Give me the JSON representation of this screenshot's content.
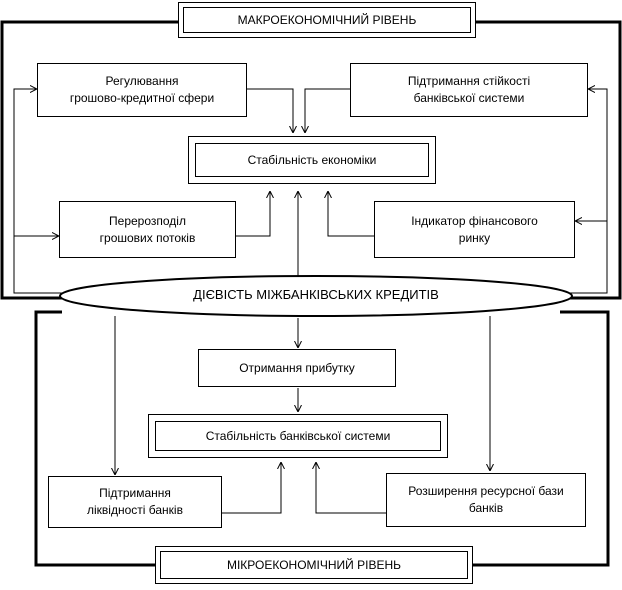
{
  "levels": {
    "macro": "МАКРОЕКОНОМІЧНИЙ РІВЕНЬ",
    "micro": "МІКРОЕКОНОМІЧНИЙ РІВЕНЬ"
  },
  "central": "ДІЄВІСТЬ МІЖБАНКІВСЬКИХ КРЕДИТІВ",
  "macro_boxes": {
    "regulation": "Регулювання\nгрошово-кредитної сфери",
    "support_stability": "Підтримання стійкості\nбанківської системи",
    "economy_stability": "Стабільність економіки",
    "redistribution": "Перерозподіл\nгрошових потоків",
    "indicator": "Індикатор фінансового\nринку"
  },
  "micro_boxes": {
    "profit": "Отримання прибутку",
    "banking_stability": "Стабільність банківської системи",
    "liquidity": "Підтримання\nліквідності банків",
    "resource_base": "Розширення ресурсної бази\nбанків"
  }
}
